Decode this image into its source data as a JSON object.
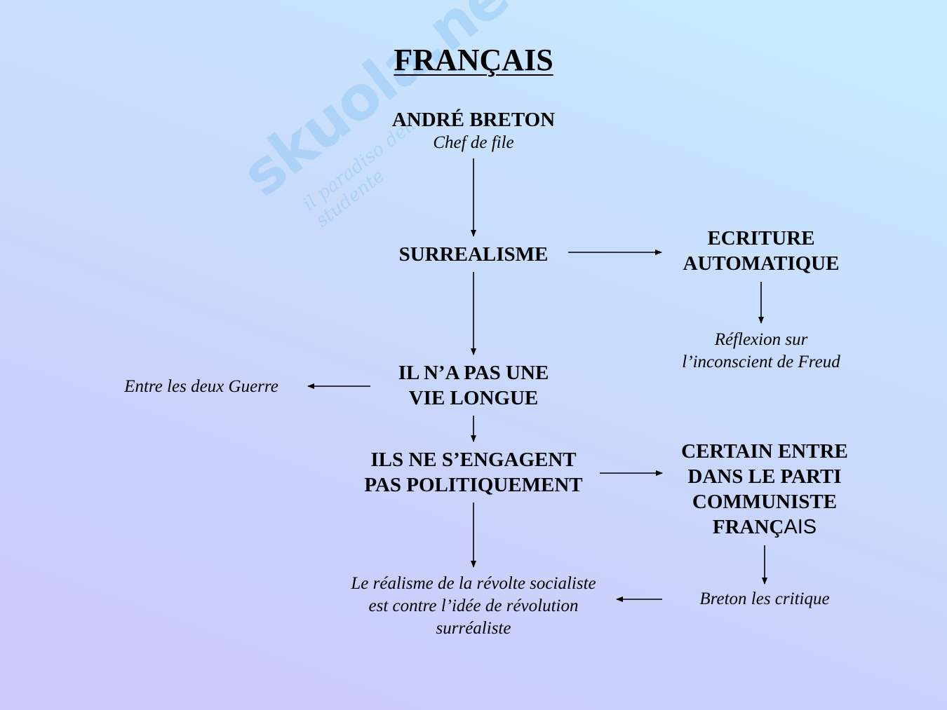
{
  "title": "FRANÇAIS",
  "watermark": {
    "main": "skuola.net",
    "sub": "il paradiso dello studente"
  },
  "nodes": {
    "andre_breton": "ANDRÉ BRETON",
    "chef_de_file": "Chef de file",
    "surrealisme": "SURREALISME",
    "ecriture_line1": "ECRITURE",
    "ecriture_line2": "AUTOMATIQUE",
    "reflexion_line1": "Réflexion sur",
    "reflexion_line2": "l’inconscient de Freud",
    "vie_line1": "IL N’A PAS UNE",
    "vie_line2": "VIE LONGUE",
    "entre_guerre": "Entre les deux Guerre",
    "engagent_line1": "ILS NE S’ENGAGENT",
    "engagent_line2": "PAS POLITIQUEMENT",
    "certain_line1": "CERTAIN ENTRE",
    "certain_line2": "DANS LE PARTI",
    "certain_line3": "COMMUNISTE",
    "certain_line4a": "FRANÇ",
    "certain_line4b": "AIS",
    "breton_critique": "Breton les critique",
    "realisme_line1": "Le réalisme de la révolte socialiste",
    "realisme_line2": "est contre l’idée de révolution",
    "realisme_line3": "surréaliste"
  }
}
